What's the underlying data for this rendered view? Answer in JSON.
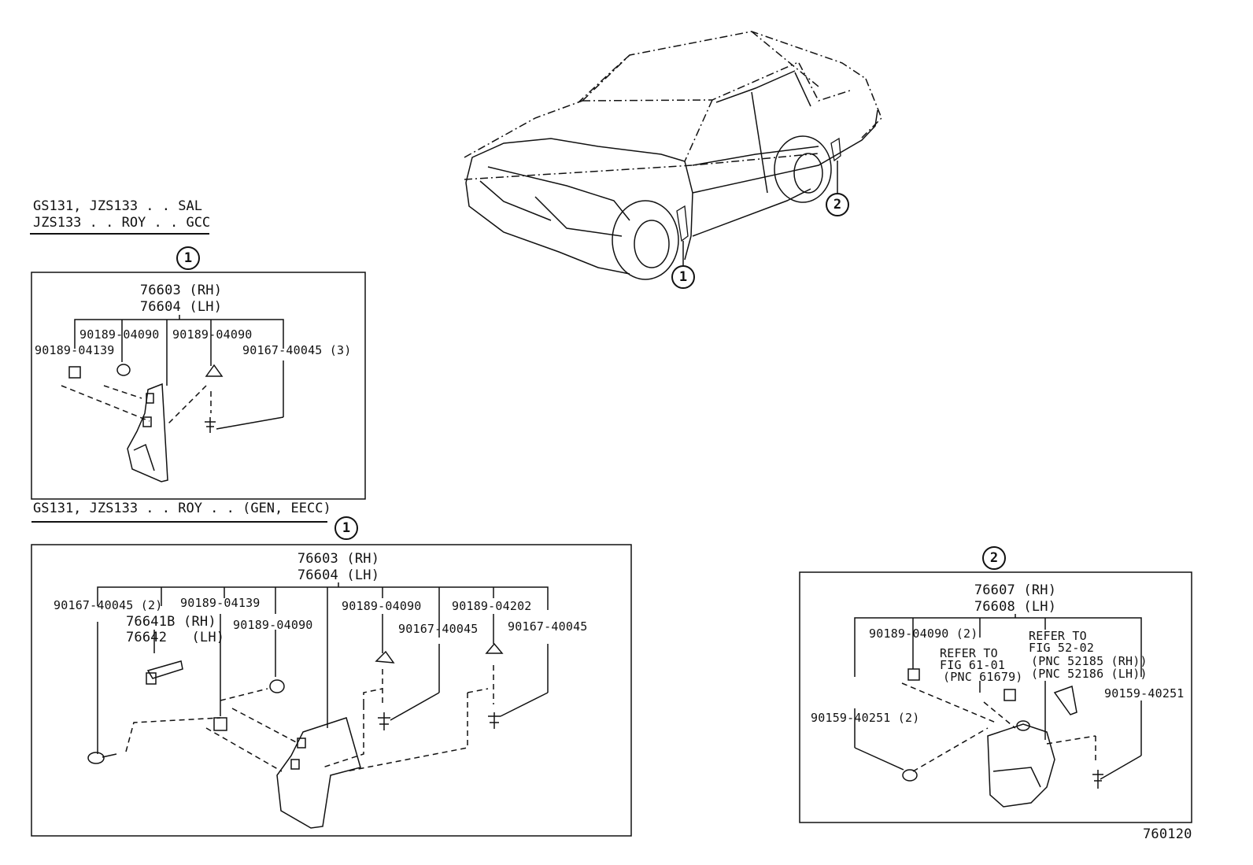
{
  "header_sal": [
    "GS131, JZS133 . . SAL",
    "JZS133 . . ROY . . GCC"
  ],
  "header_gen": "GS131, JZS133 . . ROY . . (GEN, EECC)",
  "callouts": {
    "one": "1",
    "two": "2"
  },
  "box1": {
    "main_parts": [
      "76603 (RH)",
      "76604 (LH)"
    ],
    "labels": [
      "90189-04139",
      "90189-04090",
      "90189-04090",
      "90167-40045 (3)"
    ]
  },
  "box2": {
    "main_parts": [
      "76603 (RH)",
      "76604 (LH)"
    ],
    "labels": [
      "90167-40045 (2)",
      "90189-04139",
      "76641B (RH)",
      "76642   (LH)",
      "90189-04090",
      "90189-04090",
      "90189-04202",
      "90167-40045",
      "90167-40045"
    ]
  },
  "box3": {
    "main_parts": [
      "76607 (RH)",
      "76608 (LH)"
    ],
    "labels": [
      "90189-04090 (2)",
      "REFER TO",
      "FIG 61-01",
      "(PNC 61679)",
      "REFER TO",
      "FIG 52-02",
      "(PNC 52185 (RH))",
      "(PNC 52186 (LH))",
      "90159-40251 (2)",
      "90159-40251"
    ]
  },
  "figure_number": "760120"
}
